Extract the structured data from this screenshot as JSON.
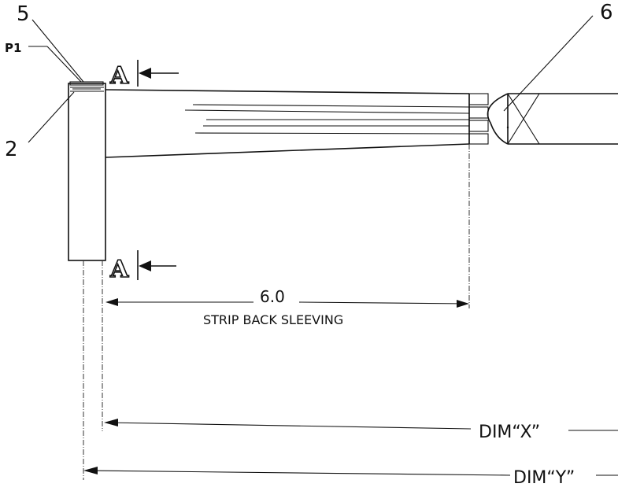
{
  "callouts": {
    "item_5": "5",
    "item_p1": "P1",
    "item_2": "2",
    "item_6": "6"
  },
  "section_marks": {
    "top": "A",
    "bottom": "A"
  },
  "dimensions": {
    "strip_value": "6.0",
    "strip_note": "STRIP BACK SLEEVING",
    "dim_x": "DIM“X”",
    "dim_y": "DIM“Y”"
  }
}
